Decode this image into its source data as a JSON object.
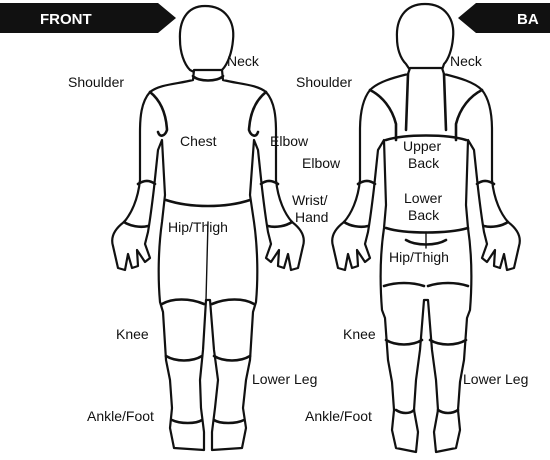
{
  "colors": {
    "ink": "#111111",
    "banner": "#111111",
    "background": "#ffffff"
  },
  "front": {
    "banner": "FRONT",
    "labels": {
      "neck": "Neck",
      "shoulder": "Shoulder",
      "chest": "Chest",
      "elbow": "Elbow",
      "hip_thigh": "Hip/Thigh",
      "knee": "Knee",
      "lower_leg": "Lower Leg",
      "ankle_foot": "Ankle/Foot"
    }
  },
  "back": {
    "banner": "BA",
    "labels": {
      "neck": "Neck",
      "shoulder": "Shoulder",
      "elbow": "Elbow",
      "upper_back_1": "Upper",
      "upper_back_2": "Back",
      "wrist_hand_1": "Wrist/",
      "wrist_hand_2": "Hand",
      "lower_back_1": "Lower",
      "lower_back_2": "Back",
      "hip_thigh": "Hip/Thigh",
      "knee": "Knee",
      "lower_leg": "Lower Leg",
      "ankle_foot": "Ankle/Foot"
    }
  }
}
